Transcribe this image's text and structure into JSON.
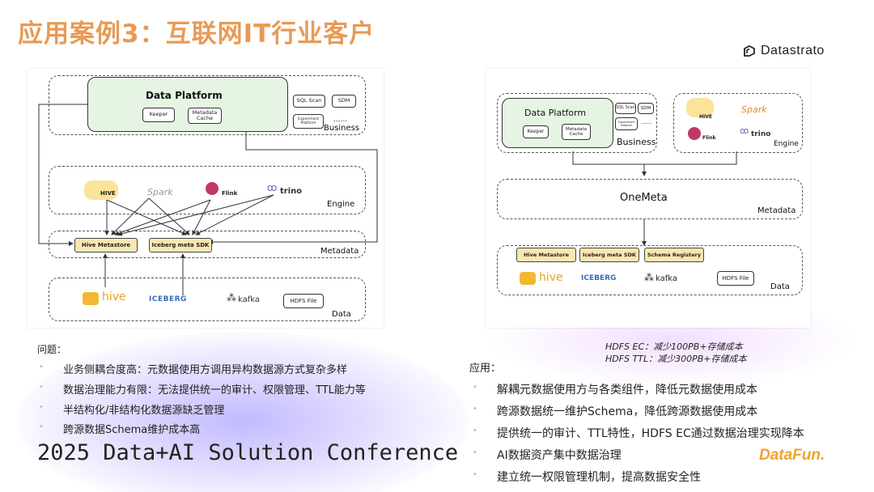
{
  "title": "应用案例3：互联网IT行业客户",
  "logo": {
    "text": "Datastrato"
  },
  "diagram_left": {
    "data_platform": "Data Platform",
    "keeper": "Keeper",
    "metadata_cache": "Metadata\nCache",
    "sql_scan": "SQL Scan",
    "sdm": "SDM",
    "experiment": "Experiment\nPlatform",
    "dots": "......",
    "business": "Business",
    "engine": "Engine",
    "metadata": "Metadata",
    "data": "Data",
    "hive_metastore": "Hive Metastore",
    "iceberg_sdk": "Iceberg meta SDK",
    "hdfs_file": "HDFS File",
    "engines": [
      "HIVE",
      "Spark",
      "Flink",
      "trino"
    ],
    "sources": [
      "hive",
      "ICEBERG",
      "kafka"
    ]
  },
  "diagram_right": {
    "data_platform": "Data Platform",
    "keeper": "Keeper",
    "metadata_cache": "Metadata\nCache",
    "sql_scan": "SQL Scan",
    "sdm": "SDM",
    "experiment": "Experiment\nPlatform",
    "dots": "......",
    "business": "Business",
    "engine": "Engine",
    "onemeta": "OneMeta",
    "metadata": "Metadata",
    "data": "Data",
    "hive_metastore": "Hive Metastore",
    "iceberg_sdk": "Iceberg meta SDK",
    "schema_registry": "Schema Registery",
    "hdfs_file": "HDFS File",
    "engines": [
      "HIVE",
      "Spark",
      "Flink",
      "trino"
    ],
    "sources": [
      "hive",
      "ICEBERG",
      "kafka"
    ]
  },
  "problems": {
    "heading": "问题：",
    "items": [
      "业务侧耦合度高：元数据使用方调用异构数据源方式复杂多样",
      "数据治理能力有限：无法提供统一的审计、权限管理、TTL能力等",
      "半结构化/非结构化数据源缺乏管理",
      "跨源数据Schema维护成本高"
    ]
  },
  "notes": [
    "HDFS EC：减少100PB+存储成本",
    "HDFS TTL：减少300PB+存储成本"
  ],
  "apps": {
    "heading": "应用：",
    "items": [
      "解耦元数据使用方与各类组件，降低元数据使用成本",
      "跨源数据统一维护Schema，降低跨源数据使用成本",
      "提供统一的审计、TTL特性，HDFS EC通过数据治理实现降本",
      "AI数据资产集中数据治理",
      "建立统一权限管理机制，提高数据安全性"
    ]
  },
  "conference": "2025 Data+AI Solution Conference",
  "datafun": "DataFun."
}
